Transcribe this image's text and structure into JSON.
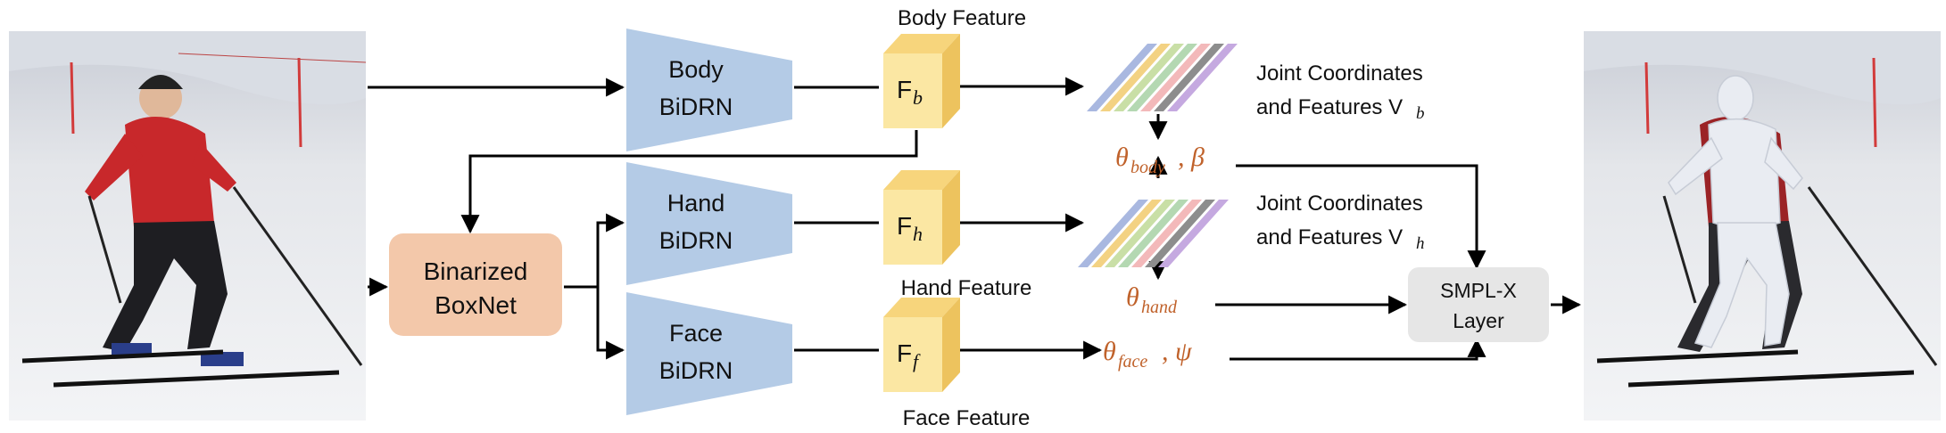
{
  "modules": {
    "body": {
      "line1": "Body",
      "line2": "BiDRN"
    },
    "hand": {
      "line1": "Hand",
      "line2": "BiDRN"
    },
    "face": {
      "line1": "Face",
      "line2": "BiDRN"
    },
    "boxnet": {
      "line1": "Binarized",
      "line2": "BoxNet"
    },
    "smplx": {
      "line1": "SMPL-X",
      "line2": "Layer"
    }
  },
  "features": {
    "body": {
      "label": "Body Feature",
      "symbol": "F",
      "sub": "b"
    },
    "hand": {
      "label": "Hand Feature",
      "symbol": "F",
      "sub": "h"
    },
    "face": {
      "label": "Face Feature",
      "symbol": "F",
      "sub": "f"
    }
  },
  "joints": {
    "body": {
      "line1": "Joint Coordinates",
      "line2": "and Features V",
      "sub": "b"
    },
    "hand": {
      "line1": "Joint Coordinates",
      "line2": "and Features V",
      "sub": "h"
    }
  },
  "params": {
    "body": {
      "theta": "θ",
      "sub": "body",
      "extra": ", β"
    },
    "hand": {
      "theta": "θ",
      "sub": "hand"
    },
    "face": {
      "theta": "θ",
      "sub": "face",
      "extra": ", ψ"
    }
  },
  "colors": {
    "bidrn": "#b4cbe6",
    "boxnet": "#f3c8aa",
    "smplx": "#e6e6e6",
    "feature_front": "#fbe7a3",
    "feature_top": "#f7d57c",
    "feature_side": "#edc35e",
    "param_text": "#c0622b",
    "joint_bars": [
      "#a9b8e0",
      "#f3d283",
      "#c9dfa6",
      "#b4d8b2",
      "#f3b9ba",
      "#8d8d8d",
      "#c5a9e0"
    ]
  }
}
